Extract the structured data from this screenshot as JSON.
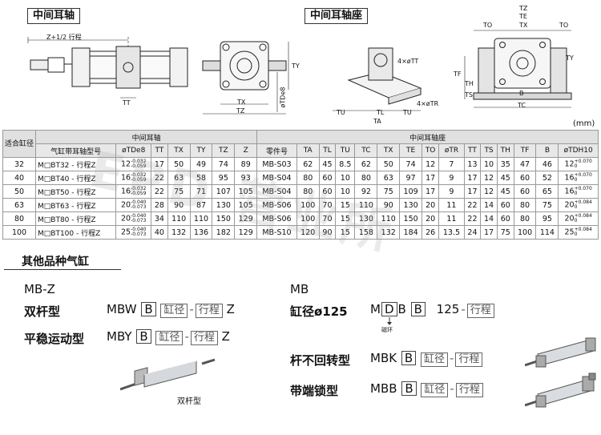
{
  "titles": {
    "mid_trunnion": "中间耳轴",
    "mid_trunnion_bracket": "中间耳轴座",
    "other_cylinders": "其他品种气缸"
  },
  "drawing1_labels": {
    "z": "Z+1/2 行程",
    "tt": "TT",
    "tx": "TX",
    "tz": "TZ",
    "ty": "TY",
    "td": "øTDe8"
  },
  "drawing2_labels": {
    "tt": "4×øTT",
    "tr": "4×øTR",
    "tu_left": "TU",
    "tl": "TL",
    "tu_right": "TU",
    "ta": "TA",
    "te": "TE",
    "tz": "TZ",
    "to_left": "TO",
    "tx": "TX",
    "to_right": "TO",
    "th": "TH",
    "tf": "TF",
    "ts": "TS",
    "b": "B",
    "tc": "TC",
    "ty": "TY"
  },
  "unit": "(mm)",
  "table": {
    "group_headers": {
      "bore": "适合缸径",
      "mid": "中间耳轴",
      "bracket": "中间耳轴座"
    },
    "columns": [
      "气缸带耳轴型号",
      "øTDe8",
      "TT",
      "TX",
      "TY",
      "TZ",
      "Z",
      "零件号",
      "TA",
      "TL",
      "TU",
      "TC",
      "TX",
      "TE",
      "TO",
      "øTR",
      "TT",
      "TS",
      "TH",
      "TF",
      "B",
      "øTDH10"
    ],
    "rows": [
      {
        "bore": "32",
        "model": "M□BT32 - 行程Z",
        "td": "12",
        "td_tol": [
          "-0.032",
          "-0.059"
        ],
        "tt": "17",
        "tx": "50",
        "ty": "49",
        "tz": "74",
        "z": "89",
        "part": "MB-S03",
        "ta": "62",
        "tl": "45",
        "tu": "8.5",
        "tc": "62",
        "tx2": "50",
        "te": "74",
        "to": "12",
        "tr": "7",
        "tt2": "13",
        "ts": "10",
        "th": "35",
        "tf": "47",
        "b": "46",
        "tdh": "12",
        "tdh_tol": [
          "+0.070",
          "0"
        ]
      },
      {
        "bore": "40",
        "model": "M□BT40 - 行程Z",
        "td": "16",
        "td_tol": [
          "-0.032",
          "-0.059"
        ],
        "tt": "22",
        "tx": "63",
        "ty": "58",
        "tz": "95",
        "z": "93",
        "part": "MB-S04",
        "ta": "80",
        "tl": "60",
        "tu": "10",
        "tc": "80",
        "tx2": "63",
        "te": "97",
        "to": "17",
        "tr": "9",
        "tt2": "17",
        "ts": "12",
        "th": "45",
        "tf": "60",
        "b": "52",
        "tdh": "16",
        "tdh_tol": [
          "+0.070",
          "0"
        ]
      },
      {
        "bore": "50",
        "model": "M□BT50 - 行程Z",
        "td": "16",
        "td_tol": [
          "-0.032",
          "-0.059"
        ],
        "tt": "22",
        "tx": "75",
        "ty": "71",
        "tz": "107",
        "z": "105",
        "part": "MB-S04",
        "ta": "80",
        "tl": "60",
        "tu": "10",
        "tc": "92",
        "tx2": "75",
        "te": "109",
        "to": "17",
        "tr": "9",
        "tt2": "17",
        "ts": "12",
        "th": "45",
        "tf": "60",
        "b": "65",
        "tdh": "16",
        "tdh_tol": [
          "+0.070",
          "0"
        ]
      },
      {
        "bore": "63",
        "model": "M□BT63 - 行程Z",
        "td": "20",
        "td_tol": [
          "-0.040",
          "-0.073"
        ],
        "tt": "28",
        "tx": "90",
        "ty": "87",
        "tz": "130",
        "z": "105",
        "part": "MB-S06",
        "ta": "100",
        "tl": "70",
        "tu": "15",
        "tc": "110",
        "tx2": "90",
        "te": "130",
        "to": "20",
        "tr": "11",
        "tt2": "22",
        "ts": "14",
        "th": "60",
        "tf": "80",
        "b": "75",
        "tdh": "20",
        "tdh_tol": [
          "+0.084",
          "0"
        ]
      },
      {
        "bore": "80",
        "model": "M□BT80 - 行程Z",
        "td": "20",
        "td_tol": [
          "-0.040",
          "-0.073"
        ],
        "tt": "34",
        "tx": "110",
        "ty": "110",
        "tz": "150",
        "z": "129",
        "part": "MB-S06",
        "ta": "100",
        "tl": "70",
        "tu": "15",
        "tc": "130",
        "tx2": "110",
        "te": "150",
        "to": "20",
        "tr": "11",
        "tt2": "22",
        "ts": "14",
        "th": "60",
        "tf": "80",
        "b": "95",
        "tdh": "20",
        "tdh_tol": [
          "+0.084",
          "0"
        ]
      },
      {
        "bore": "100",
        "model": "M□BT100 - 行程Z",
        "td": "25",
        "td_tol": [
          "-0.040",
          "-0.073"
        ],
        "tt": "40",
        "tx": "132",
        "ty": "136",
        "tz": "182",
        "z": "129",
        "part": "MB-S10",
        "ta": "120",
        "tl": "90",
        "tu": "15",
        "tc": "158",
        "tx2": "132",
        "te": "184",
        "to": "26",
        "tr": "13.5",
        "tt2": "24",
        "ts": "17",
        "th": "75",
        "tf": "100",
        "b": "114",
        "tdh": "25",
        "tdh_tol": [
          "+0.084",
          "0"
        ]
      }
    ]
  },
  "other": {
    "mbz_title": "MB-Z",
    "mb_title": "MB",
    "mbw": {
      "name": "双杆型",
      "code": "MBW",
      "b": "B",
      "bore": "缸径",
      "dash": "-",
      "stroke": "行程",
      "z": "Z"
    },
    "mby": {
      "name": "平稳运动型",
      "code": "MBY",
      "b": "B",
      "bore": "缸径",
      "dash": "-",
      "stroke": "行程",
      "z": "Z"
    },
    "mb125": {
      "name": "缸径ø125",
      "m": "M",
      "d": "D",
      "bb": "B",
      "b": "B",
      "size": "125",
      "dash": "-",
      "stroke": "行程",
      "note": "磁环"
    },
    "mbk": {
      "name": "杆不回转型",
      "code": "MBK",
      "b": "B",
      "bore": "缸径",
      "dash": "-",
      "stroke": "行程"
    },
    "mbb": {
      "name": "带端锁型",
      "code": "MBB",
      "b": "B",
      "bore": "缸径",
      "dash": "-",
      "stroke": "行程"
    },
    "caption": "双杆型"
  },
  "watermark": "EPD  营业所"
}
